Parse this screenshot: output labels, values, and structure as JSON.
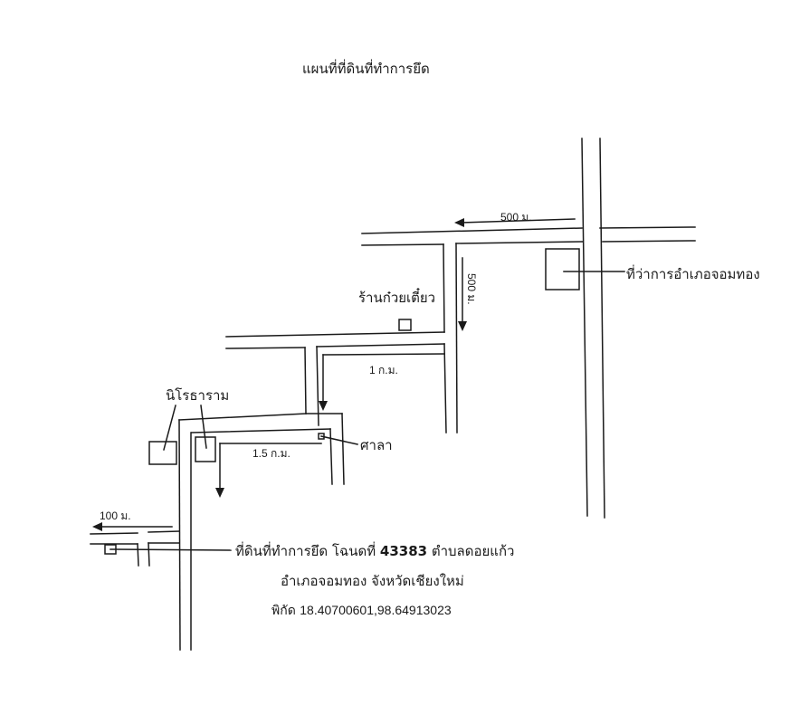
{
  "title": "แผนที่ที่ดินที่ทำการยึด",
  "landmarks": {
    "district_office": "ที่ว่าการอำเภอจอมทอง",
    "noodle_shop": "ร้านก๋วยเตี๋ยว",
    "temple": "นิโรธาราม",
    "pavilion": "ศาลา"
  },
  "distances": {
    "top": "500 ม.",
    "vertical": "500 ม.",
    "middle": "1 ก.ม.",
    "lower": "1.5 ก.ม.",
    "left": "100 ม."
  },
  "caption": {
    "line1_prefix": "ที่ดินที่ทำการยึด โฉนดที่",
    "deed_number": "43383",
    "line1_suffix": "ตำบลดอยแก้ว",
    "line2": "อำเภอจอมทอง จังหวัดเชียงใหม่",
    "coord_label": "พิกัด",
    "coordinates": "18.40700601,98.64913023"
  },
  "colors": {
    "ink": "#1a1a1a",
    "background": "#ffffff"
  }
}
